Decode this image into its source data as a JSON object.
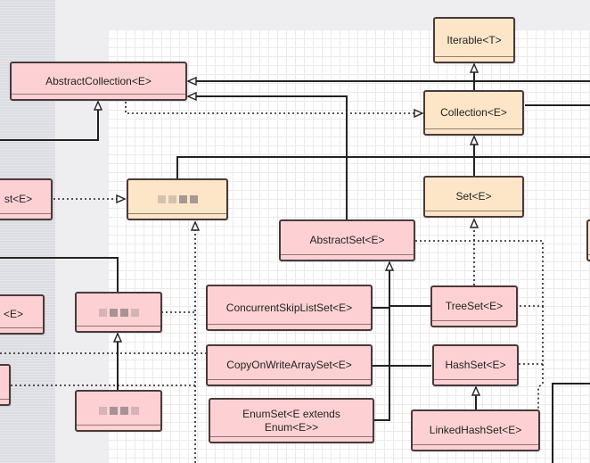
{
  "diagram": {
    "nodes": {
      "iterable": "Iterable<T>",
      "abstract_collection": "AbstractCollection<E>",
      "collection": "Collection<E>",
      "set_left_partial": "st<E>",
      "set": "Set<E>",
      "abstract_set": "AbstractSet<E>",
      "concurrent_skip_list_set": "ConcurrentSkipListSet<E>",
      "tree_set": "TreeSet<E>",
      "partial_left_e": "<E>",
      "copy_on_write_array_set": "CopyOnWriteArraySet<E>",
      "hash_set": "HashSet<E>",
      "enum_set": "EnumSet<E extends Enum<E>>",
      "linked_hash_set": "LinkedHashSet<E>"
    }
  },
  "colors": {
    "class_fill": "#fdd1d3",
    "interface_fill": "#fde6c8",
    "line": "#222222",
    "border": "#4a3a3a"
  }
}
